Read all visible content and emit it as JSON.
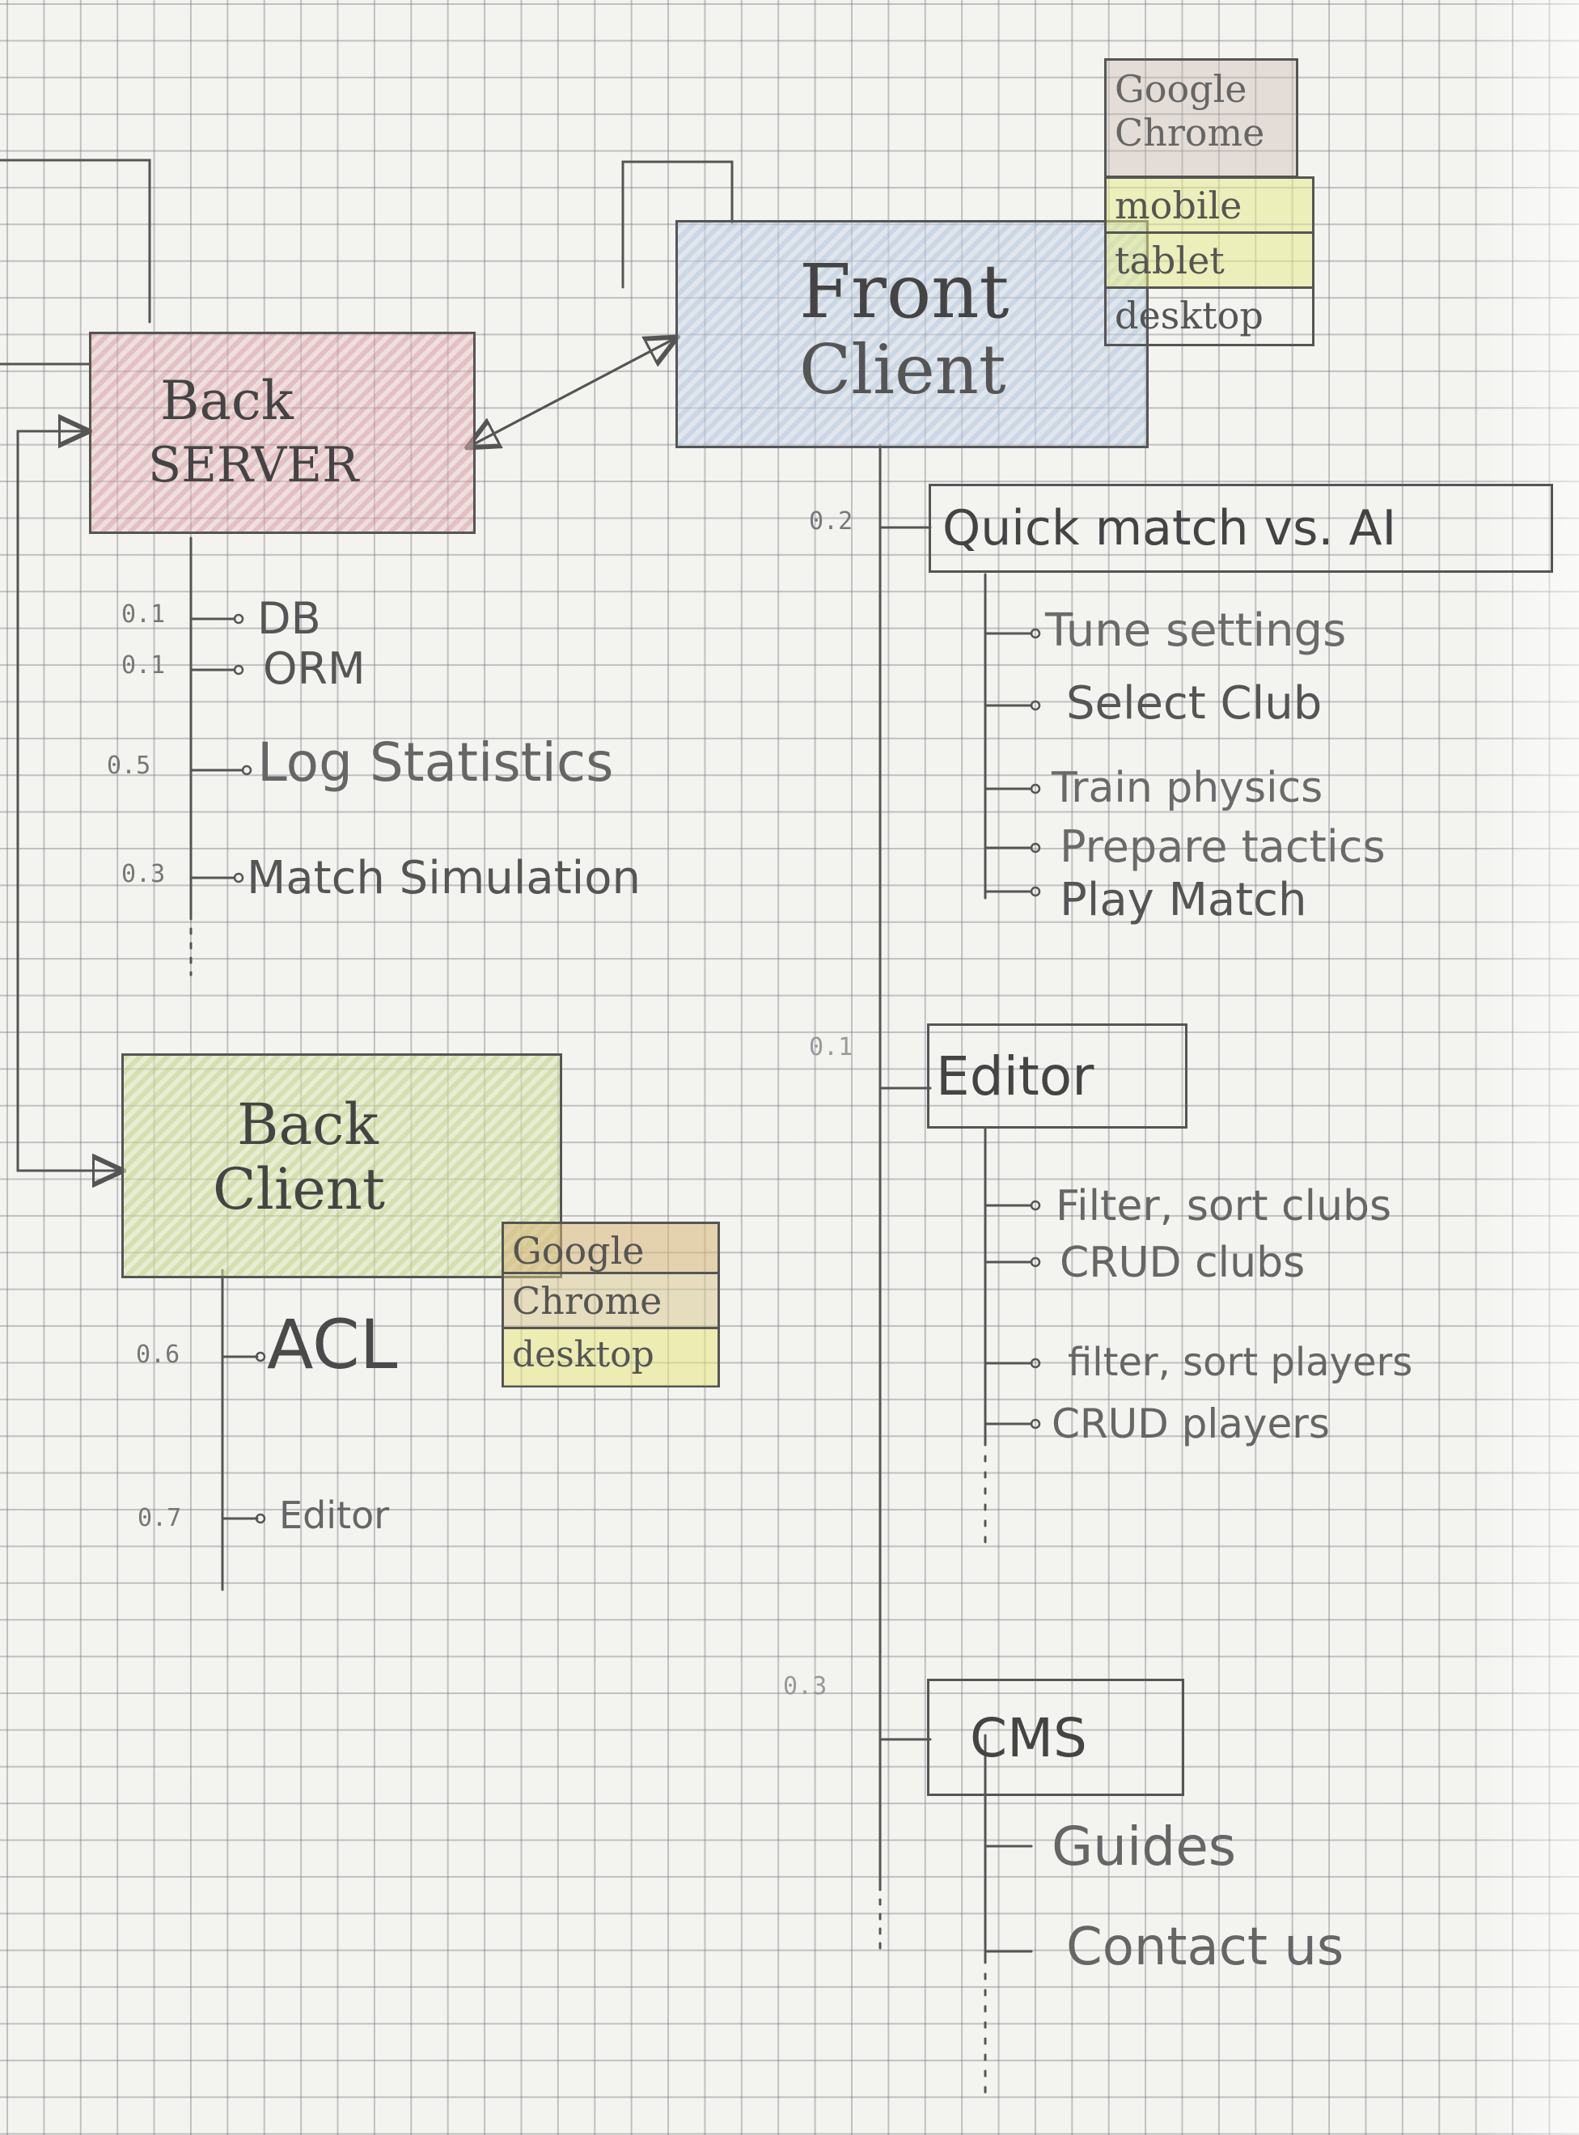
{
  "back_server": {
    "line1": "Back",
    "line2": "SERVER",
    "items": [
      {
        "version": "0.1",
        "label": "DB"
      },
      {
        "version": "0.1",
        "label": "ORM"
      },
      {
        "version": "0.5",
        "label": "Log Statistics"
      },
      {
        "version": "0.3",
        "label": "Match Simulation"
      }
    ]
  },
  "front_client": {
    "line1": "Front",
    "line2": "Client",
    "platforms": {
      "browser": [
        "Google",
        "Chrome"
      ],
      "devices": [
        "mobile",
        "tablet",
        "desktop"
      ]
    },
    "sections": [
      {
        "version": "0.2",
        "title": "Quick match vs. AI",
        "items": [
          "Tune settings",
          "Select Club",
          "Train physics",
          "Prepare tactics",
          "Play Match"
        ]
      },
      {
        "version": "0.1",
        "title": "Editor",
        "items": [
          "Filter, sort clubs",
          "CRUD clubs",
          "filter, sort players",
          "CRUD players"
        ]
      },
      {
        "version": "0.3",
        "title": "CMS",
        "items": [
          "Guides",
          "Contact us"
        ]
      }
    ]
  },
  "back_client": {
    "line1": "Back",
    "line2": "Client",
    "platforms": [
      "Google",
      "Chrome",
      "desktop"
    ],
    "items": [
      {
        "version": "0.6",
        "label": "ACL"
      },
      {
        "version": "0.7",
        "label": "Editor"
      }
    ]
  },
  "colors": {
    "back_server": "#e3b3ba",
    "front_client": "#c3d2e4",
    "back_client": "#d6e2a4",
    "pencil": "#555555"
  }
}
